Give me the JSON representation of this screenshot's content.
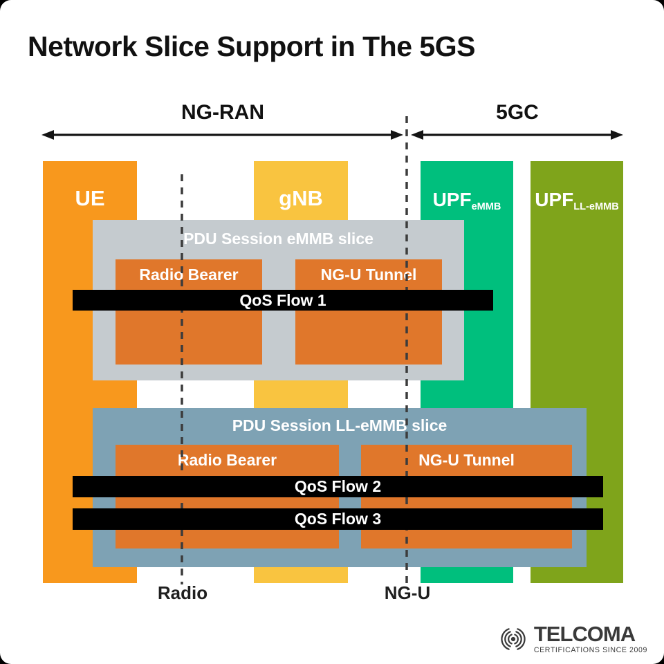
{
  "title": "Network Slice Support in The 5GS",
  "regions": {
    "ng_ran": "NG-RAN",
    "fgc": "5GC"
  },
  "columns": [
    {
      "label": "UE",
      "sub": "",
      "color": "#F8981D"
    },
    {
      "label": "gNB",
      "sub": "",
      "color": "#F9C440"
    },
    {
      "label": "UPF",
      "sub": "eMMB",
      "color": "#00BF7D"
    },
    {
      "label": "UPF",
      "sub": "LL-eMMB",
      "color": "#7FA41B"
    }
  ],
  "slices": [
    {
      "title": "PDU Session eMMB slice",
      "color": "#C5CBCF",
      "boxes": [
        "Radio Bearer",
        "NG-U Tunnel"
      ],
      "flows": [
        "QoS Flow 1"
      ]
    },
    {
      "title": "PDU Session LL-eMMB slice",
      "color": "#7EA2B4",
      "boxes": [
        "Radio Bearer",
        "NG-U Tunnel"
      ],
      "flows": [
        "QoS Flow 2",
        "QoS Flow 3"
      ]
    }
  ],
  "inner_box_color": "#E0772B",
  "flow_bar_color": "#000000",
  "interfaces": [
    {
      "label": "Radio"
    },
    {
      "label": "NG-U"
    }
  ],
  "logo": {
    "name": "TELCOMA",
    "tagline": "CERTIFICATIONS SINCE 2009",
    "icon": "radio-signal-icon"
  }
}
